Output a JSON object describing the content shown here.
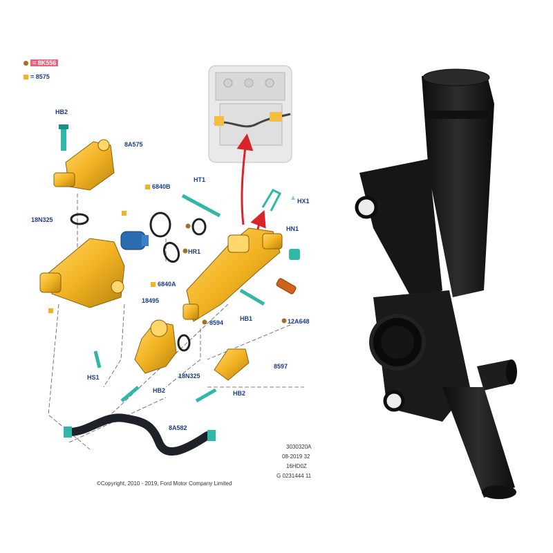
{
  "legend": {
    "item1": "= 8K556",
    "item2": "= 8575"
  },
  "labels": {
    "hb2_top": "HB2",
    "p8a575": "8A575",
    "p18n325_top": "18N325",
    "p6840b": "6840B",
    "ht1": "HT1",
    "hx1": "HX1",
    "hn1": "HN1",
    "hr1": "HR1",
    "p6840a": "6840A",
    "p18495": "18495",
    "p8594": "8594",
    "hb1": "HB1",
    "p12a648": "12A648",
    "hs1": "HS1",
    "p18n325_bot": "18N325",
    "p8597": "8597",
    "hb2_mid": "HB2",
    "hb2_right": "HB2",
    "p8a582": "8A582"
  },
  "reference": {
    "line1": "3030320A",
    "line2": "08-2019 32",
    "line3": "16HD0Z",
    "line4": "G 0231444 11"
  },
  "copyright": "©Copyright, 2010 - 2019, Ford Motor Company Limited",
  "colors": {
    "part_gold": "#f2b322",
    "part_shadow": "#b8830f",
    "fastener_teal": "#2fb7a8",
    "label_blue": "#1a3d8f",
    "highlight": "#e7627a",
    "arrow_red": "#d9252a",
    "hose_black": "#1e2228",
    "engine_grey": "#c8c8c8",
    "photo_black": "#1a1a1a"
  }
}
